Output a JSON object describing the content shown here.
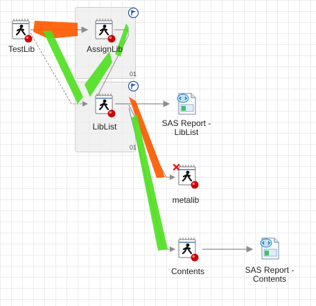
{
  "colors": {
    "grid_line": "#ececec",
    "flow_orange": "#ff5a00",
    "flow_green": "#4de01f",
    "arrow_gray": "#8c8c8c",
    "run_badge": "#cc0000",
    "flag_blue": "#1a4fa0",
    "error_x": "#d81b1b"
  },
  "nodes": {
    "testlib": {
      "label": "TestLib",
      "icon": "code-program-icon"
    },
    "assignlib": {
      "label": "AssignLib",
      "icon": "code-program-icon"
    },
    "liblist": {
      "label": "LibList",
      "icon": "code-program-icon"
    },
    "sas_report_liblist": {
      "label": "SAS Report -\nLibList",
      "icon": "sas-report-icon"
    },
    "metalib": {
      "label": "metalib",
      "icon": "code-program-error-icon"
    },
    "contents": {
      "label": "Contents",
      "icon": "code-program-icon"
    },
    "sas_report_contents": {
      "label": "SAS Report -\nContents",
      "icon": "sas-report-icon"
    }
  },
  "ports": {
    "assignlib_out": "01",
    "liblist_out": "01"
  }
}
